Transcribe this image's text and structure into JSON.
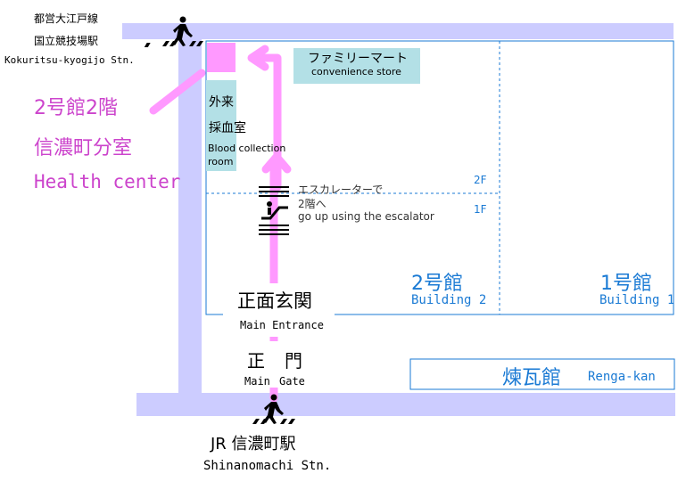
{
  "stations": {
    "kokuritsu": {
      "line1": "都営大江戸線",
      "line2": "国立競技場駅",
      "en": "Kokuritsu-kyogijo Stn."
    },
    "shinanomachi": {
      "jp": "JR 信濃町駅",
      "en": "Shinanomachi Stn."
    }
  },
  "destination": {
    "line1": "2号館2階",
    "line2": "信濃町分室",
    "en": "Health center"
  },
  "rooms": {
    "familymart_jp": "ファミリーマート",
    "familymart_en": "convenience store",
    "blood_jp1": "外来",
    "blood_jp2": "採血室",
    "blood_en1": "Blood collection",
    "blood_en2": "room"
  },
  "escalator": {
    "jp1": "エスカレーターで",
    "jp2": "2階へ",
    "en": "go up using the escalator"
  },
  "floors": {
    "upper": "2F",
    "lower": "1F"
  },
  "buildings": {
    "b2_jp": "2号館",
    "b2_en": "Building 2",
    "b1_jp": "1号館",
    "b1_en": "Building 1",
    "renga_jp": "煉瓦館",
    "renga_en": "Renga-kan"
  },
  "entrances": {
    "main_entrance_jp": "正面玄関",
    "main_entrance_en": "Main Entrance",
    "main_gate_jp1": "正",
    "main_gate_jp2": "門",
    "main_gate_en1": "Main",
    "main_gate_en2": "Gate"
  },
  "colors": {
    "road": "#ccccff",
    "route": "#ff99ff",
    "building_outline": "#1a7ad4",
    "label_blue": "#1a7ad4",
    "room_fill": "#b3e0e6",
    "destination_text": "#cc44cc",
    "destination_marker": "#ff99ff"
  },
  "icons": {
    "crosswalk": "pedestrian-crossing-icon",
    "escalator": "escalator-icon"
  }
}
